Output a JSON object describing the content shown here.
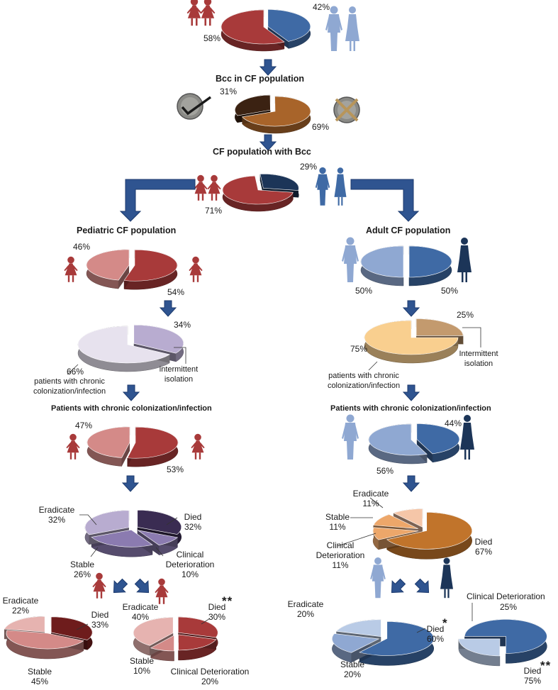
{
  "colors": {
    "red": "#a83a3a",
    "red_dark": "#6e1c1c",
    "red_light": "#d48a88",
    "red_pale": "#e6b3b0",
    "blue": "#3f6aa5",
    "blue_dark": "#1c3558",
    "blue_light": "#8fa8d2",
    "blue_pale": "#b9cbe6",
    "brown": "#a8642a",
    "brown_dark": "#3b2212",
    "tan": "#c39a6e",
    "peach": "#f9cf8f",
    "lavender": "#e7e2ee",
    "lavender_mid": "#b8acd0",
    "purple_dark": "#3a2c52",
    "purple_mid": "#8b7bb0",
    "orange": "#c1742b",
    "orange_light": "#eda76a",
    "orange_pale": "#f5c6a8",
    "arrow": "#2f5490",
    "arrow_dark": "#1c3a6e"
  },
  "icons": [
    "child-girl-icon",
    "adult-man-icon",
    "adult-woman-icon",
    "coin-check-icon",
    "coin-cross-icon",
    "down-arrow-icon"
  ],
  "titles": {
    "bcc": "Bcc in CF population",
    "cf_bcc": "CF population with Bcc",
    "pediatric": "Pediatric CF population",
    "adult": "Adult CF population",
    "ped_chronic": "Patients with chronic colonization/infection",
    "adult_chronic": "Patients with chronic colonization/infection"
  },
  "pies": {
    "top": {
      "a": "58%",
      "b": "42%"
    },
    "bcc": {
      "a": "31%",
      "b": "69%"
    },
    "cf_bcc": {
      "a": "29%",
      "b": "71%"
    },
    "ped_sex": {
      "a": "46%",
      "b": "54%"
    },
    "adult_sex": {
      "a": "50%",
      "b": "50%"
    },
    "ped_col": {
      "a": "34%",
      "b": "66%",
      "chronic": "patients with chronic",
      "chronic2": "colonization/infection",
      "inter": "intermittent",
      "inter2": "isolation"
    },
    "adult_col": {
      "a": "25%",
      "b": "75%",
      "chronic": "patients with chronic",
      "chronic2": "colonization/infection",
      "inter": "Intermittent",
      "inter2": "isolation"
    },
    "ped_chr": {
      "a": "47%",
      "b": "53%"
    },
    "adult_chr": {
      "a": "44%",
      "b": "56%"
    },
    "ped_out": {
      "eradicate": "Eradicate",
      "eradicate_v": "32%",
      "died": "Died",
      "died_v": "32%",
      "stable": "Stable",
      "stable_v": "26%",
      "clin": "Clinical",
      "clin2": "Deterioration",
      "clin_v": "10%"
    },
    "adult_out": {
      "eradicate": "Eradicate",
      "eradicate_v": "11%",
      "stable": "Stable",
      "stable_v": "11%",
      "clin": "Clinical",
      "clin2": "Deterioration",
      "clin_v": "11%",
      "died": "Died",
      "died_v": "67%"
    },
    "ped_girl": {
      "eradicate": "Eradicate",
      "eradicate_v": "22%",
      "died": "Died",
      "died_v": "33%",
      "stable": "Stable",
      "stable_v": "45%"
    },
    "ped_boy": {
      "eradicate": "Eradicate",
      "eradicate_v": "40%",
      "died": "Died",
      "died_v": "30%",
      "stable": "Stable",
      "stable_v": "10%",
      "clin": "Clinical Deterioration",
      "clin_v": "20%",
      "star": "**"
    },
    "adult_man": {
      "eradicate": "Eradicate",
      "eradicate_v": "20%",
      "died": "Died",
      "died_v": "60%",
      "stable": "Stable",
      "stable_v": "20%",
      "star": "*"
    },
    "adult_woman": {
      "clin": "Clinical  Deterioration",
      "clin_v": "25%",
      "died": "Died",
      "died_v": "75%",
      "star": "**"
    }
  }
}
